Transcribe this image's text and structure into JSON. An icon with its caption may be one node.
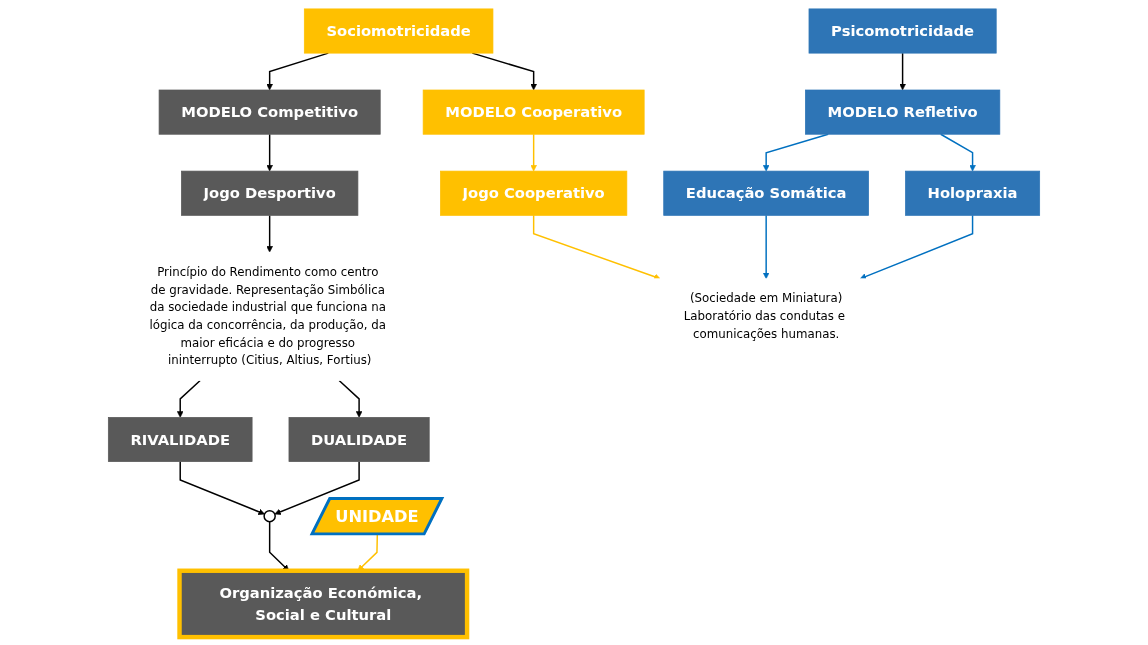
{
  "diagram": {
    "nodes": [
      {
        "text": [
          "Sociomotricidade"
        ]
      },
      {
        "text": [
          "Psicomotricidade"
        ]
      },
      {
        "text": [
          "MODELO Competitivo"
        ]
      },
      {
        "text": [
          "MODELO Cooperativo"
        ]
      },
      {
        "text": [
          "MODELO Refletivo"
        ]
      },
      {
        "text": [
          "Jogo Desportivo"
        ]
      },
      {
        "text": [
          "Jogo Cooperativo"
        ]
      },
      {
        "text": [
          "Educação Somática"
        ]
      },
      {
        "text": [
          "Holopraxia"
        ]
      },
      {
        "text": [
          "Princípio do Rendimento como centro de gravidade. Representação Simbólica da sociedade industrial que funciona na lógica da concorrência, da produção, da maior eficácia e do progresso ininterrupto (Citius, Altius, Fortius)"
        ]
      },
      {
        "text": [
          "(Sociedade em Miniatura)",
          "Laboratório das condutas e comunicações humanas."
        ]
      },
      {
        "text": [
          "RIVALIDADE"
        ]
      },
      {
        "text": [
          "DUALIDADE"
        ]
      },
      {
        "text": [],
        "shape": "circle"
      },
      {
        "text": [
          "UNIDADE"
        ]
      },
      {
        "text": [
          "Organização Económica, Social e Cultural"
        ]
      }
    ],
    "edges": [
      {
        "from": 0,
        "to": 2,
        "arrow": "to"
      },
      {
        "from": 0,
        "to": 3,
        "arrow": "to"
      },
      {
        "from": 1,
        "to": 4,
        "arrow": "to"
      },
      {
        "from": 2,
        "to": 5,
        "arrow": "to"
      },
      {
        "from": 3,
        "to": 6,
        "arrow": "to",
        "color": "#ffc000"
      },
      {
        "from": 4,
        "to": 7,
        "arrow": "to",
        "color": "#0070c0"
      },
      {
        "from": 4,
        "to": 8,
        "arrow": "to",
        "color": "#0070c0"
      },
      {
        "from": 5,
        "to": 9,
        "arrow": "to"
      },
      {
        "from": 9,
        "to": 11,
        "arrow": "to"
      },
      {
        "from": 9,
        "to": 12,
        "arrow": "to"
      },
      {
        "from": 11,
        "to": 13,
        "arrow": "to"
      },
      {
        "from": 12,
        "to": 13,
        "arrow": "to"
      },
      {
        "from": 13,
        "to": 15,
        "arrow": "to"
      },
      {
        "from": 6,
        "to": 10,
        "arrow": "to",
        "color": "#ffc000"
      },
      {
        "from": 7,
        "to": 10,
        "arrow": "to",
        "color": "#0070c0"
      },
      {
        "from": 8,
        "to": 10,
        "arrow": "to",
        "color": "#0070c0"
      },
      {
        "from": 14,
        "to": 15,
        "arrow": "to",
        "color": "#ffc000"
      }
    ]
  }
}
